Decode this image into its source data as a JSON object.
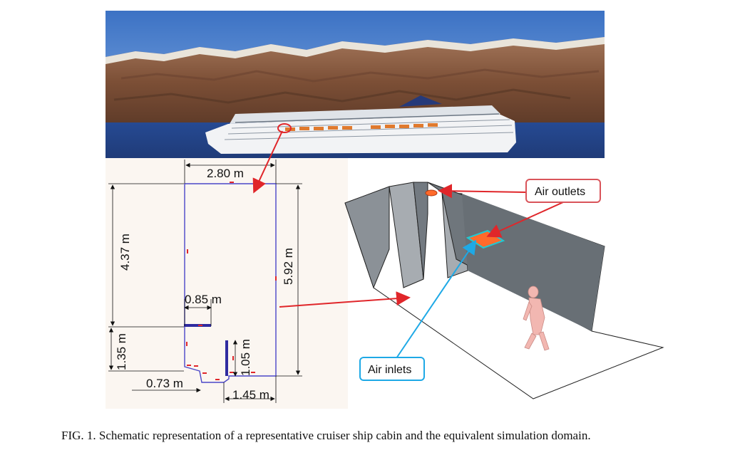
{
  "figure": {
    "dimensions": {
      "width_top": "2.80 m",
      "height_upper": "4.37 m",
      "height_total": "5.92 m",
      "inner_width": "0.85 m",
      "height_lower": "1.35 m",
      "door_height": "1.05 m",
      "offset_bottom": "0.73 m",
      "width_bottom": "1.45 m"
    },
    "callouts": {
      "outlets": "Air outlets",
      "inlets": "Air inlets"
    },
    "colors": {
      "pointer_red": "#e0262a",
      "pointer_blue": "#1ea9e6",
      "outline_blue": "#4a46c7",
      "wall_gray": "#8b9197",
      "vent_orange": "#ff6a2b"
    }
  },
  "caption": "FIG. 1. Schematic representation of a representative cruiser ship cabin and the equivalent simulation domain."
}
